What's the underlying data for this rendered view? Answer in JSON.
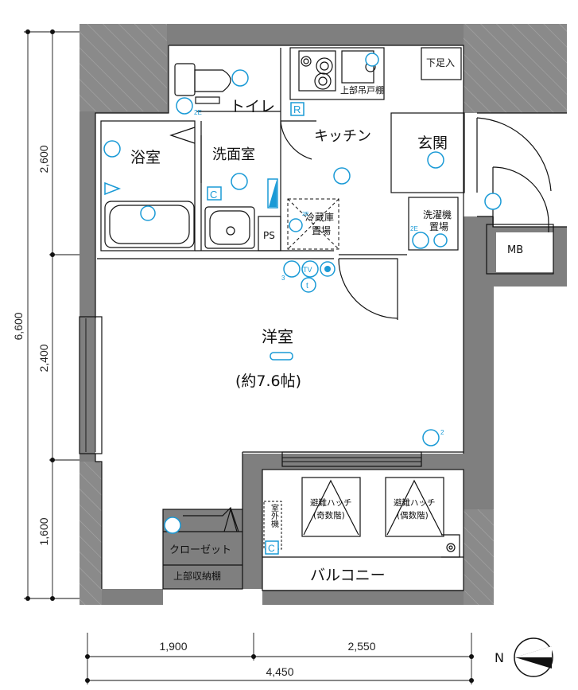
{
  "rooms": {
    "toilet": "トイレ",
    "washroom": "洗面室",
    "bath": "浴室",
    "kitchen": "キッチン",
    "entrance": "玄関",
    "shoe_storage": "下足入",
    "upper_cabinet": "上部吊戸棚",
    "fridge_1": "冷蔵庫",
    "fridge_2": "置場",
    "washer_1": "洗濯機",
    "washer_2": "置場",
    "ps": "PS",
    "mb": "MB",
    "western_room": "洋室",
    "room_size": "(約7.6帖)",
    "closet": "クローゼット",
    "upper_storage": "上部収納棚",
    "balcony": "バルコニー",
    "outdoor_unit": "室外機",
    "hatch_left_1": "避難ハッチ",
    "hatch_left_2": "(奇数階)",
    "hatch_right_1": "避難ハッチ",
    "hatch_right_2": "(偶数階)"
  },
  "symbols": {
    "c1": "C",
    "c2": "C",
    "c3": "C",
    "r": "R",
    "tv": "TV",
    "t": "t",
    "e2a": "2E",
    "e2b": "2E",
    "e2c": "2E",
    "n3": "3",
    "n2": "2"
  },
  "dimensions": {
    "total_height": "6,600",
    "h1": "2,600",
    "h2": "2,400",
    "h3": "1,600",
    "w1": "1,900",
    "w2": "2,550",
    "total_width": "4,450"
  },
  "compass": {
    "label": "N"
  },
  "colors": {
    "wall": "#7f7f7f",
    "symbol": "#1a9ad6"
  }
}
